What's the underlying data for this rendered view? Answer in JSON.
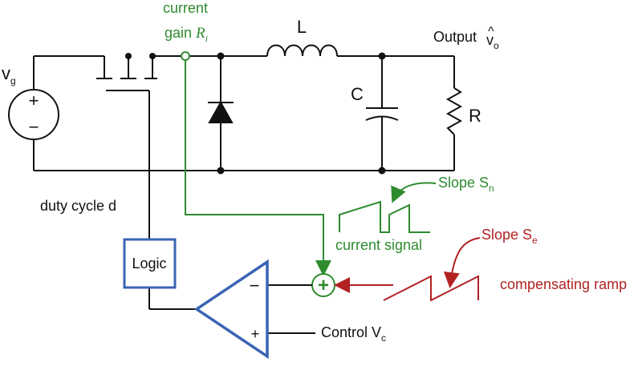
{
  "labels": {
    "vg": "v",
    "vg_sub": "g",
    "current_line1": "current",
    "current_gain_prefix": "gain ",
    "current_gain_var": "R",
    "current_gain_sub": "i",
    "inductor": "L",
    "output_prefix": "Output ",
    "output_hat": "^",
    "output_var": "v",
    "output_sub": "o",
    "capacitor": "C",
    "resistor": "R",
    "duty_cycle": "duty cycle d",
    "slope_sn_prefix": "Slope S",
    "slope_sn_sub": "n",
    "current_signal": "current signal",
    "slope_se_prefix": "Slope S",
    "slope_se_sub": "e",
    "compensating_ramp": "compensating ramp",
    "logic": "Logic",
    "minus_sign": "−",
    "plus_sign": "+",
    "control_prefix": "Control V",
    "control_sub": "c",
    "source_plus": "+",
    "source_minus": "−",
    "summer_symbol": "+"
  },
  "colors": {
    "wire": "#111111",
    "current_signal": "#2e8b2e",
    "compensating_ramp": "#b22222",
    "logic_and_comparator": "#3a64b4"
  }
}
